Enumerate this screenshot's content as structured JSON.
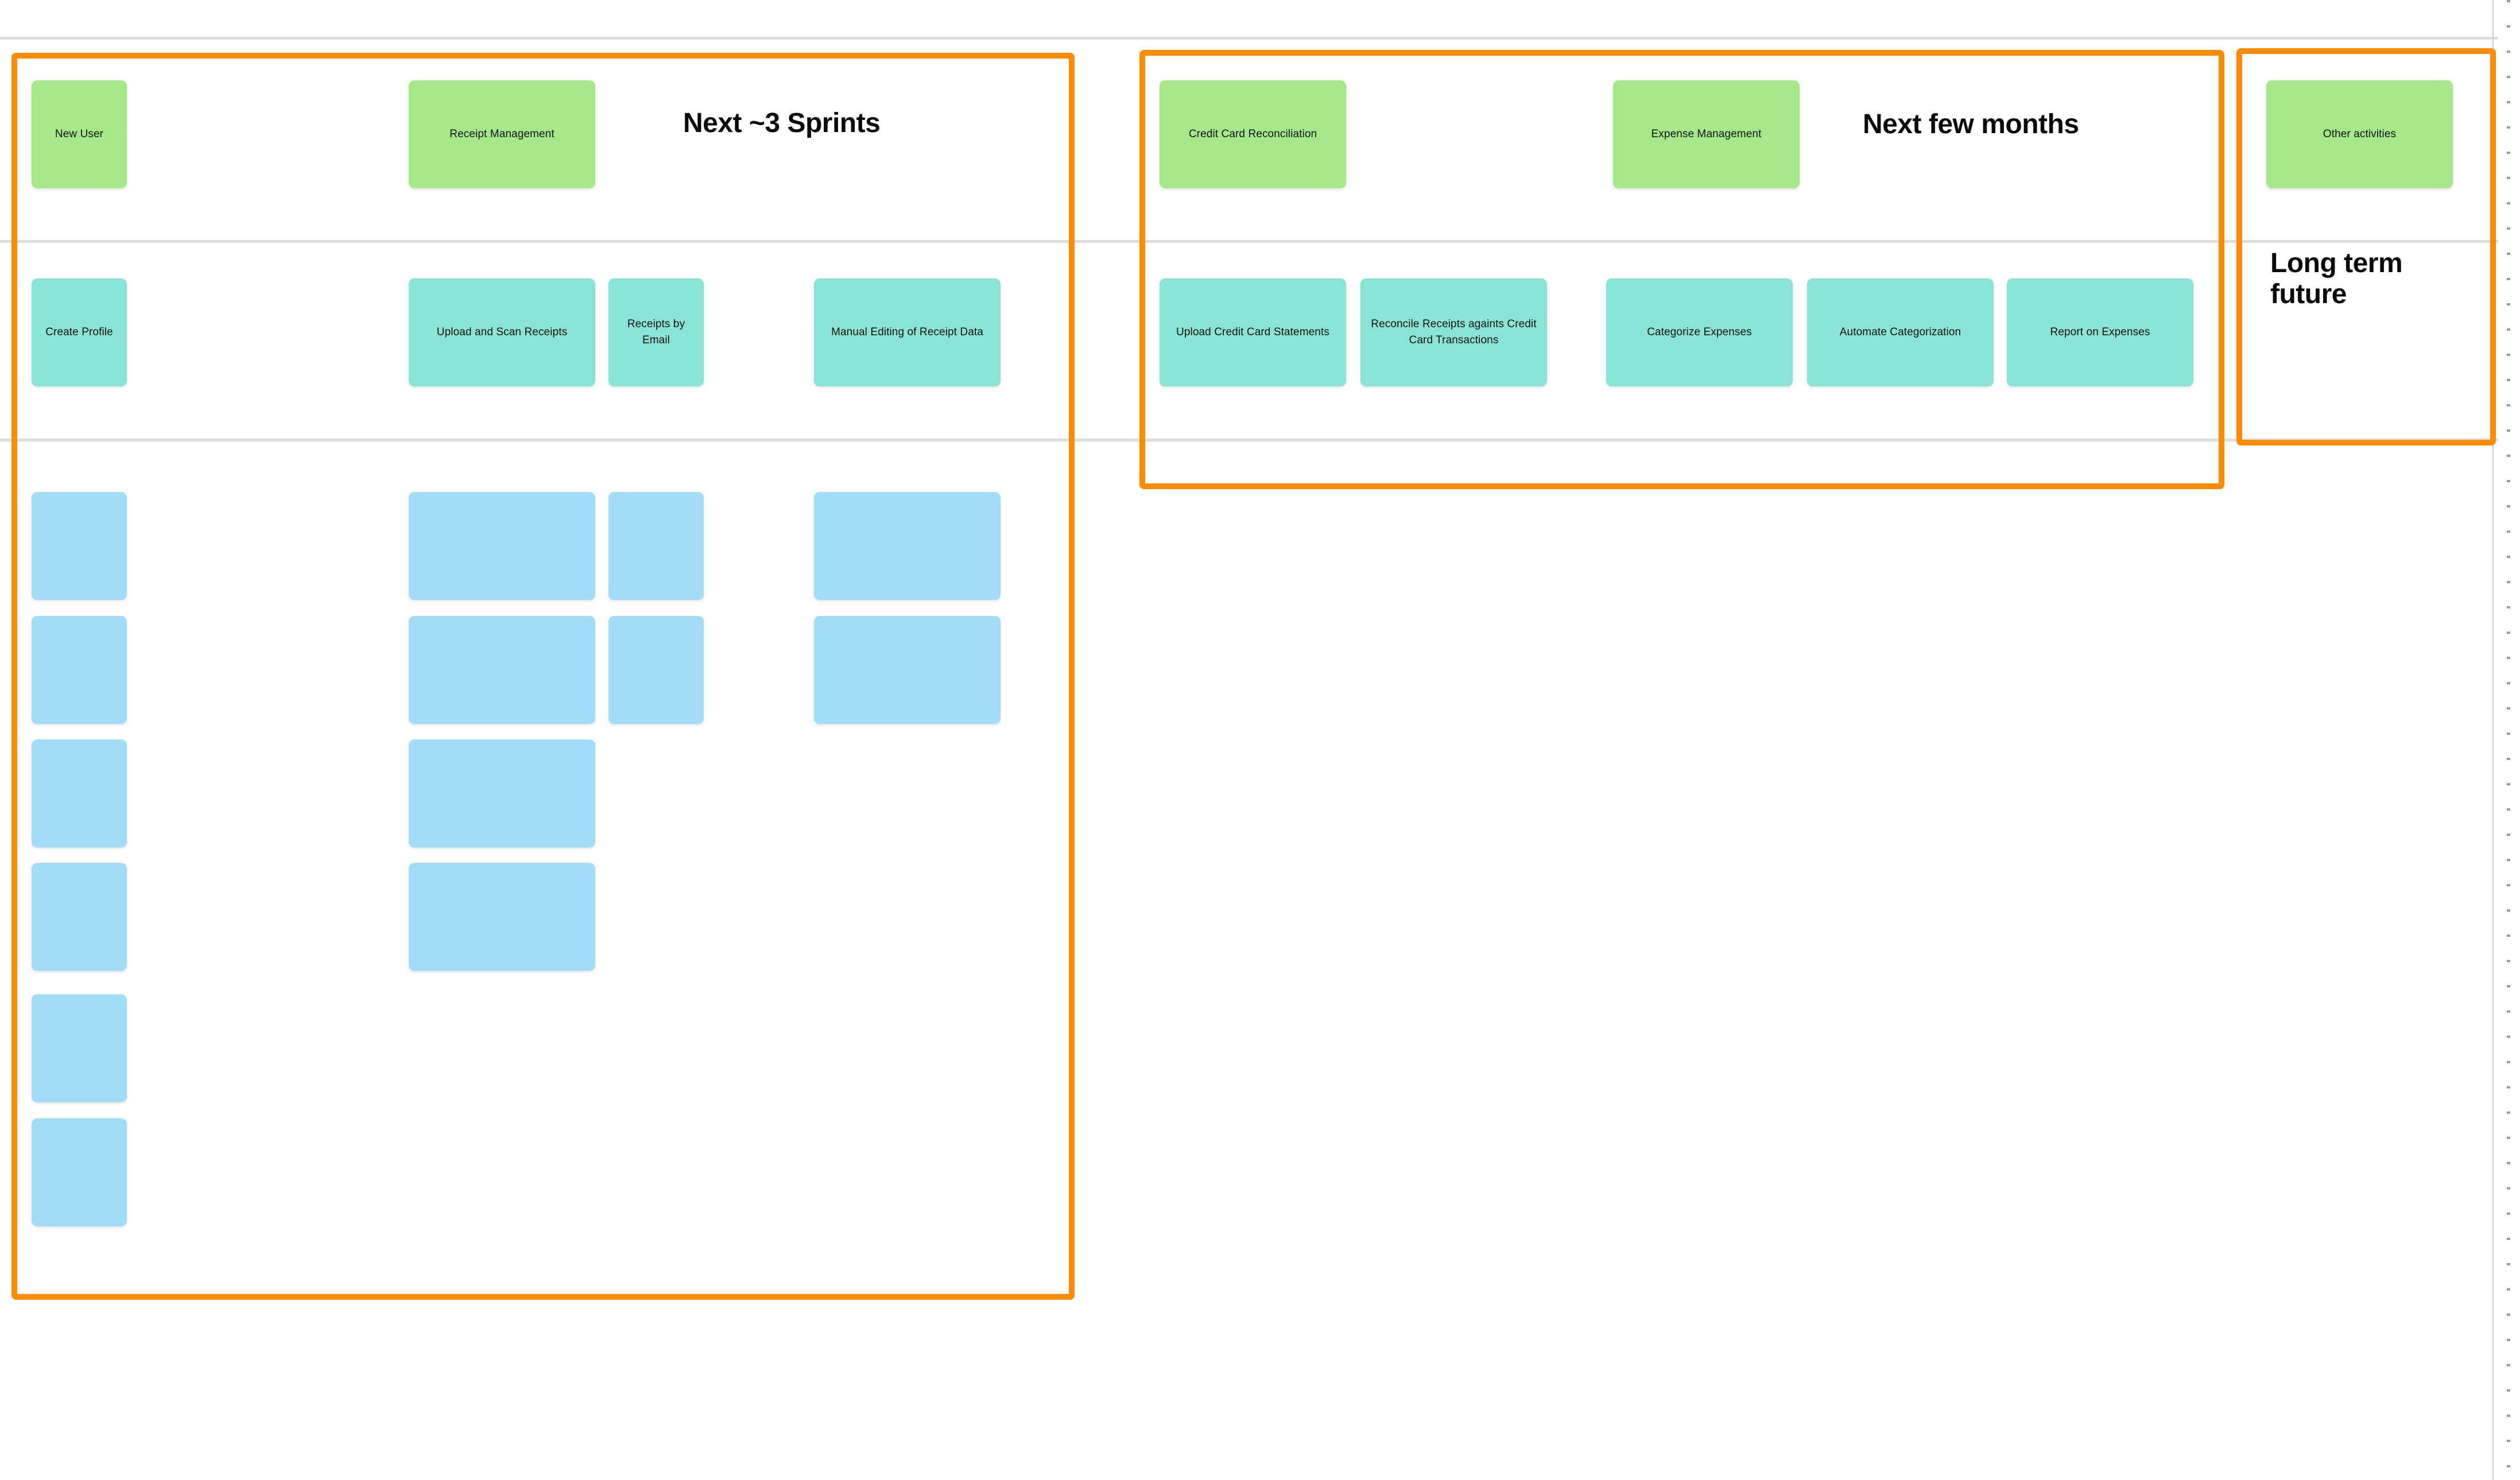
{
  "board": {
    "background": "#ffffff",
    "frame_color": "#FF8C00",
    "divider_color": "#dcdcdc",
    "card_colors": {
      "epic": "#A5E887",
      "story": "#8AE4D5",
      "task": "#A1DDF7"
    }
  },
  "lanes": [
    {
      "id": "next-3-sprints",
      "title": "Next ~3 Sprints",
      "epics": [
        {
          "label": "New User"
        },
        {
          "label": "Receipt Management"
        }
      ],
      "stories": [
        {
          "label": "Create Profile"
        },
        {
          "label": "Upload and Scan Receipts"
        },
        {
          "label": "Receipts by Email"
        },
        {
          "label": "Manual Editing of Receipt Data"
        }
      ],
      "tasks_blank_count": 14
    },
    {
      "id": "next-few-months",
      "title": "Next few months",
      "epics": [
        {
          "label": "Credit Card Reconciliation"
        },
        {
          "label": "Expense Management"
        }
      ],
      "stories": [
        {
          "label": "Upload Credit Card Statements"
        },
        {
          "label": "Reconcile Receipts againts Credit Card Transactions"
        },
        {
          "label": "Categorize Expenses"
        },
        {
          "label": "Automate Categorization"
        },
        {
          "label": "Report on Expenses"
        }
      ],
      "tasks_blank_count": 0
    },
    {
      "id": "long-term-future",
      "title": "Long term\nfuture",
      "epics": [
        {
          "label": "Other activities"
        }
      ],
      "stories": [],
      "tasks_blank_count": 0
    }
  ]
}
